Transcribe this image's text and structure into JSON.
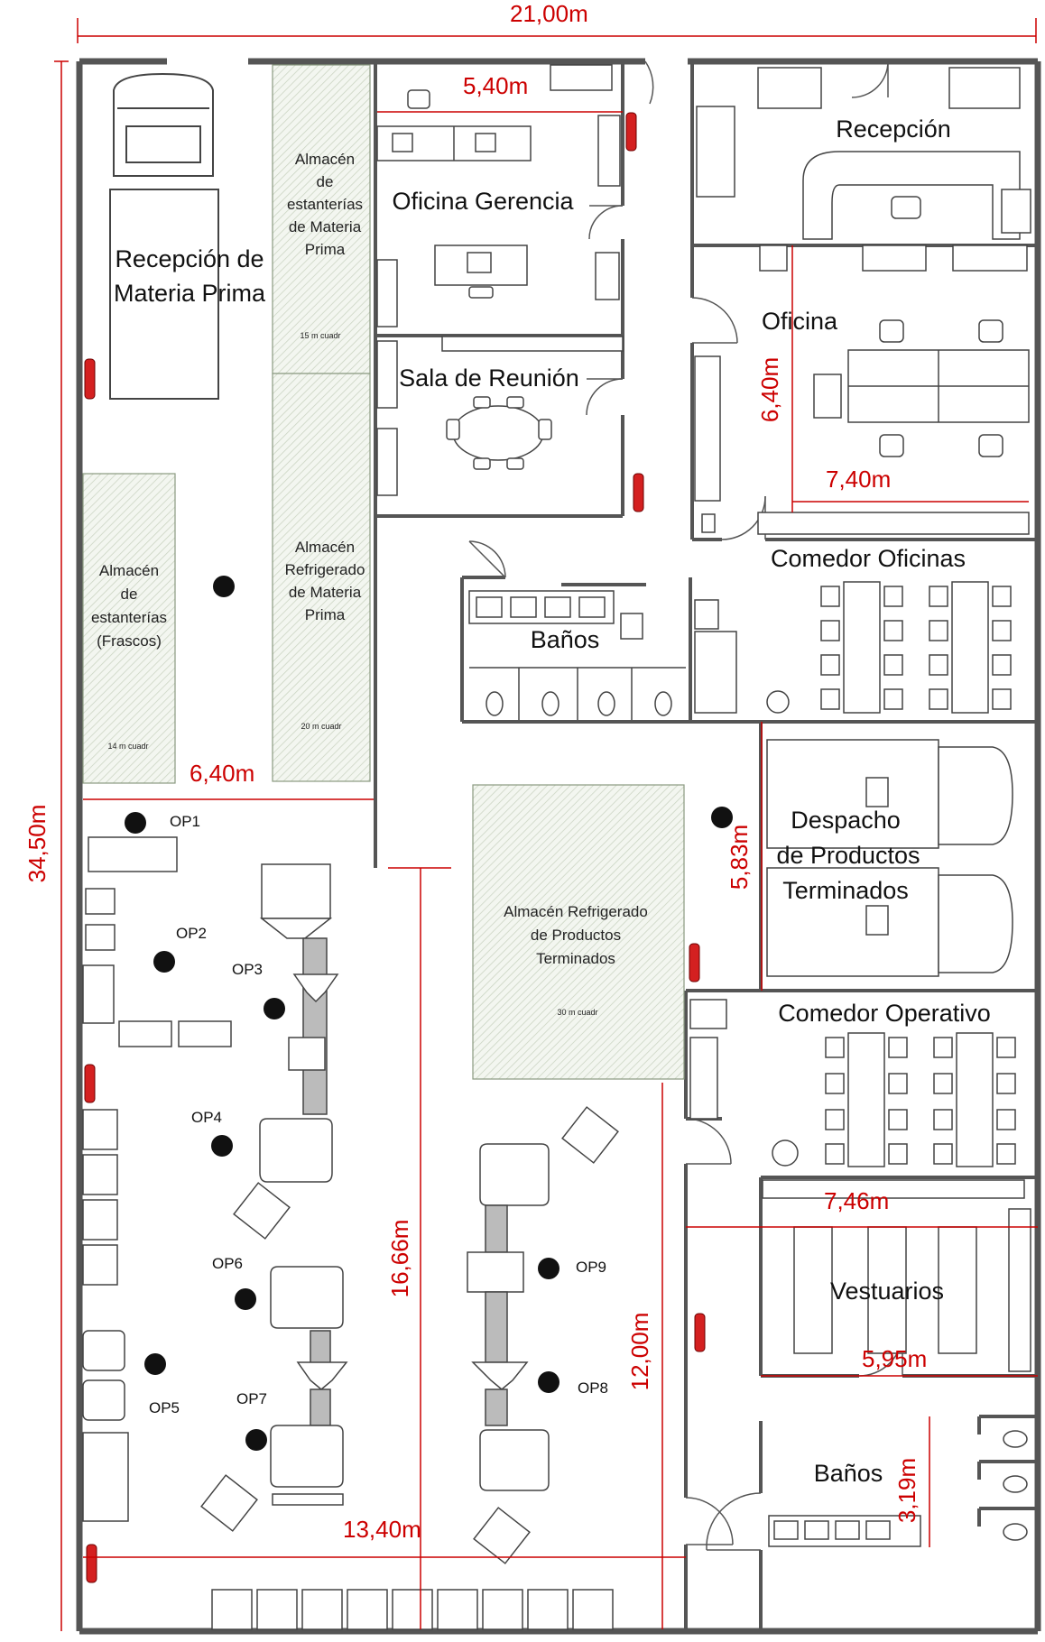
{
  "dimensions": {
    "overall_width": "21,00m",
    "overall_height": "34,50m",
    "gerencia_width": "5,40m",
    "oficina_height": "6,40m",
    "oficina_width": "7,40m",
    "almacen_width": "6,40m",
    "despacho_height": "5,83m",
    "prod_height": "16,66m",
    "prod_width": "13,40m",
    "prod_lower_height": "12,00m",
    "vestuarios_width": "7,46m",
    "vestuarios_inner": "5,95m",
    "banos_height": "3,19m"
  },
  "rooms": {
    "recepcion_mp": [
      "Recepción de",
      "Materia Prima"
    ],
    "almacen_mp": [
      "Almacén",
      "de",
      "estanterías",
      "de Materia",
      "Prima"
    ],
    "almacen_mp_area": "15 m cuadr",
    "almacen_frascos": [
      "Almacén",
      "de",
      "estanterías",
      "(Frascos)"
    ],
    "almacen_frascos_area": "14 m cuadr",
    "almacen_refrig_mp": [
      "Almacén",
      "Refrigerado",
      "de Materia",
      "Prima"
    ],
    "almacen_refrig_mp_area": "20 m cuadr",
    "oficina_gerencia": "Oficina Gerencia",
    "sala_reunion": "Sala de Reunión",
    "recepcion": "Recepción",
    "oficina": "Oficina",
    "comedor_oficinas": "Comedor Oficinas",
    "banos_top": "Baños",
    "despacho": [
      "Despacho",
      "de Productos",
      "Terminados"
    ],
    "almacen_refrig_pt": [
      "Almacén Refrigerado",
      "de Productos",
      "Terminados"
    ],
    "almacen_refrig_pt_area": "30 m cuadr",
    "comedor_operativo": "Comedor Operativo",
    "vestuarios": "Vestuarios",
    "banos_bottom": "Baños"
  },
  "operators": [
    "OP1",
    "OP2",
    "OP3",
    "OP4",
    "OP5",
    "OP6",
    "OP7",
    "OP8",
    "OP9"
  ],
  "colors": {
    "dimension": "#cc0000",
    "wall": "#555555",
    "extinguisher": "#d42020",
    "storage_fill": "#eef2ea"
  }
}
